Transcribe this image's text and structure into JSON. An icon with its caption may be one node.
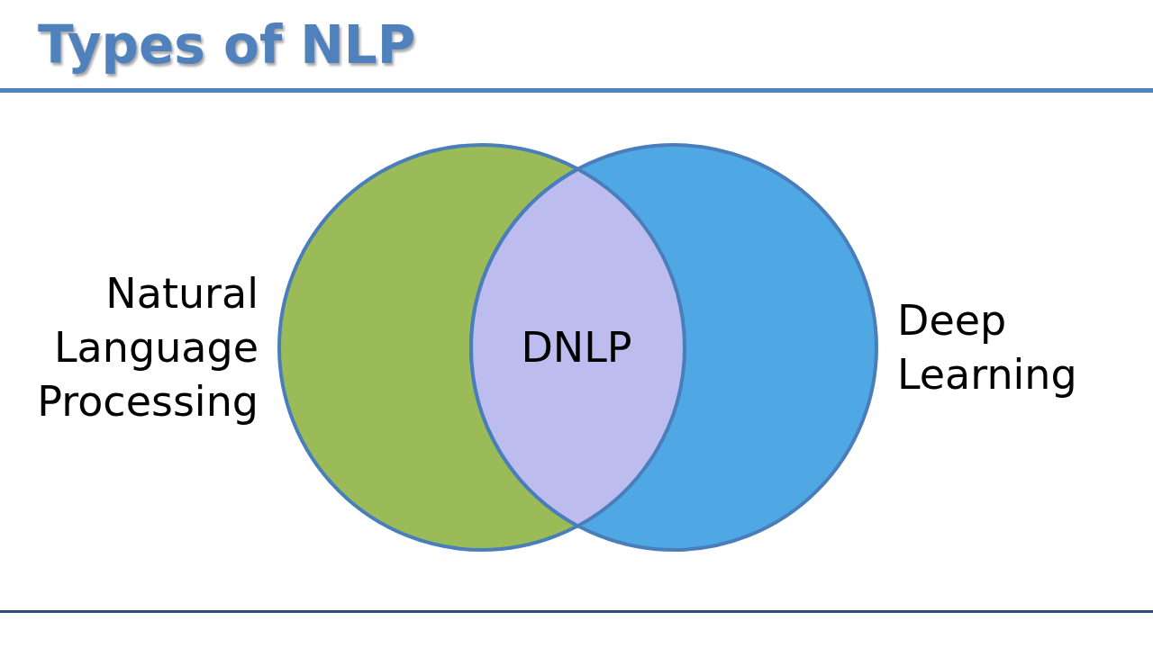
{
  "diagram": {
    "title": "Types of NLP",
    "nodes": [
      {
        "text": [
          "Natural Language Processing"
        ]
      },
      {
        "text": [
          "Deep Learning"
        ]
      },
      {
        "text": [
          "DNLP"
        ]
      }
    ]
  }
}
